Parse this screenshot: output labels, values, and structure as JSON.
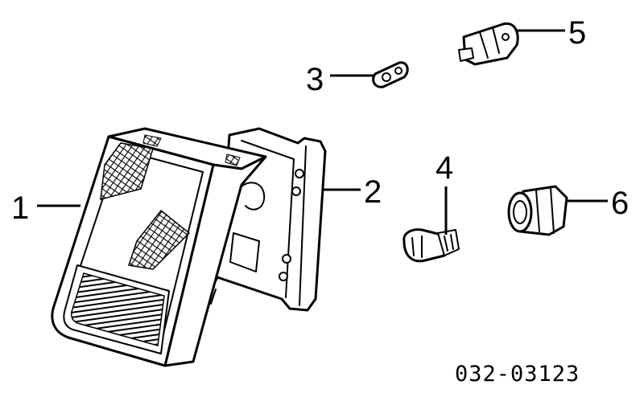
{
  "diagram": {
    "part_number": "032-03123",
    "callouts": [
      {
        "id": "1",
        "label": "1"
      },
      {
        "id": "2",
        "label": "2"
      },
      {
        "id": "3",
        "label": "3"
      },
      {
        "id": "4",
        "label": "4"
      },
      {
        "id": "5",
        "label": "5"
      },
      {
        "id": "6",
        "label": "6"
      }
    ],
    "colors": {
      "ink": "#000000",
      "background": "#ffffff"
    }
  }
}
